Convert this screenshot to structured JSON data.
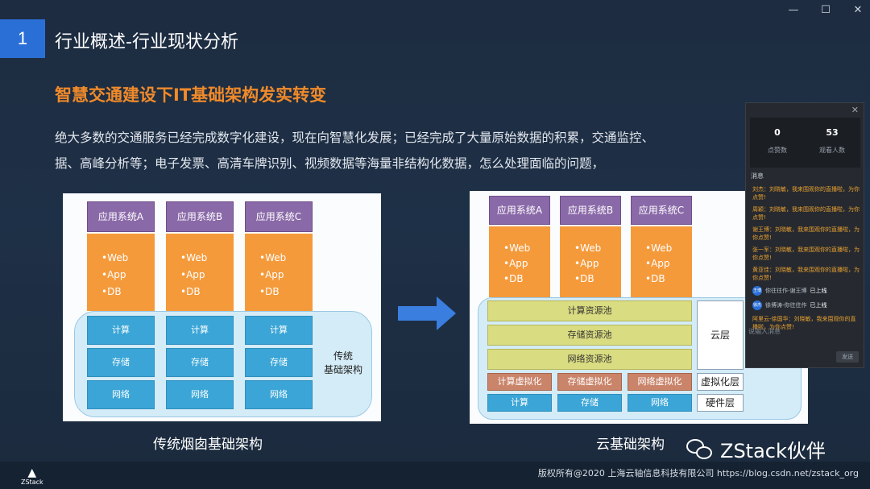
{
  "window": {
    "min_icon": "minimize-icon",
    "max_icon": "maximize-icon",
    "close_icon": "close-icon"
  },
  "slide": {
    "number": "1",
    "title": "行业概述-行业现状分析",
    "subtitle": "智慧交通建设下IT基础架构发实转变",
    "paragraph_line1": "绝大多数的交通服务已经完成数字化建设，现在向智慧化发展；已经完成了大量原始数据的积累，交通监控、",
    "paragraph_line2": "据、高峰分析等；电子发票、高清车牌识别、视频数据等海量非结构化数据，怎么处理面临的问题，"
  },
  "left_diagram": {
    "apps": [
      "应用系统A",
      "应用系统B",
      "应用系统C"
    ],
    "stack": [
      "•Web",
      "•App",
      "•DB"
    ],
    "infra": [
      "计算",
      "存储",
      "网络"
    ],
    "label_line1": "传统",
    "label_line2": "基础架构",
    "caption": "传统烟囱基础架构"
  },
  "right_diagram": {
    "apps": [
      "应用系统A",
      "应用系统B",
      "应用系统C"
    ],
    "stack": [
      "•Web",
      "•App",
      "•DB"
    ],
    "pools": [
      "计算资源池",
      "存储资源池",
      "网络资源池"
    ],
    "virt": [
      "计算虚拟化",
      "存储虚拟化",
      "网络虚拟化"
    ],
    "hardware": [
      "计算",
      "存储",
      "网络"
    ],
    "layer_cloud": "云层",
    "layer_virt": "虚拟化层",
    "layer_hw": "硬件层",
    "caption": "云基础架构"
  },
  "chat": {
    "online_count": "0",
    "online_label": "点赞数",
    "viewers_count": "53",
    "viewers_label": "观看人数",
    "messages_title": "消息",
    "messages": [
      "刘杰：刘晓敏，我来围观你的直播啦，为你点赞!",
      "周颖：刘晓敏，我来围观你的直播啦，为你点赞!",
      "谢王博：刘晓敏，我来围观你的直播啦，为你点赞!",
      "张一军：刘晓敏，我来围观你的直播啦，为你点赞!",
      "黄亚佳：刘晓敏，我来围观你的直播啦，为你点赞!"
    ],
    "sys1_avatar": "王博",
    "sys1_text": "你往往作-谢王博",
    "sys1_status": "已上线",
    "sys2_avatar": "徐杰",
    "sys2_text": "徐博涛-你往往作",
    "sys2_status": "已上线",
    "last_message": "阿里云-徐国华：刘晓敏，我来围观你的直播啦，为你点赞!",
    "input_placeholder": "说输入消息",
    "send_label": "发送"
  },
  "footer": {
    "logo_text": "ZStack",
    "watermark": "ZStack伙伴",
    "copyright": "版权所有@2020 上海云轴信息科技有限公司 https://blog.csdn.net/zstack_org"
  }
}
